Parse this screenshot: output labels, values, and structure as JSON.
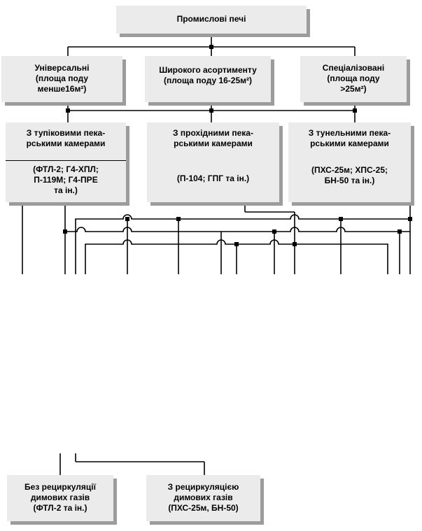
{
  "root": {
    "label": "Промислові печі"
  },
  "level1": [
    {
      "lines": [
        "Універсальні",
        "(площа поду",
        "менше16м²)"
      ]
    },
    {
      "lines": [
        "Широкого асортименту",
        "(площа поду 16-25м²)"
      ]
    },
    {
      "lines": [
        "Спеціалізовані",
        "(площа поду",
        ">25м²)"
      ]
    }
  ],
  "level2": [
    {
      "title": [
        "З тупіковими пека-",
        "рськими камерами"
      ],
      "examples": [
        "(ФТЛ-2; Г4-ХПЛ;",
        "П-119М; Г4-ПРЕ",
        "та ін.)"
      ]
    },
    {
      "title": [
        "З прохідними пека-",
        "рськими камерами"
      ],
      "examples": [
        "(П-104; ГПГ та ін.)"
      ]
    },
    {
      "title": [
        "З тунельними пека-",
        "рськими камерами"
      ],
      "examples": [
        "(ПХС-25м; ХПС-25;",
        "БН-50 та ін.)"
      ]
    }
  ],
  "bottom": [
    {
      "lines": [
        "Без рециркуляції",
        "димових газів",
        "(ФТЛ-2 та ін.)"
      ]
    },
    {
      "lines": [
        "З рециркуляцією",
        "димових газів",
        "(ПХС-25м, БН-50)"
      ]
    }
  ]
}
